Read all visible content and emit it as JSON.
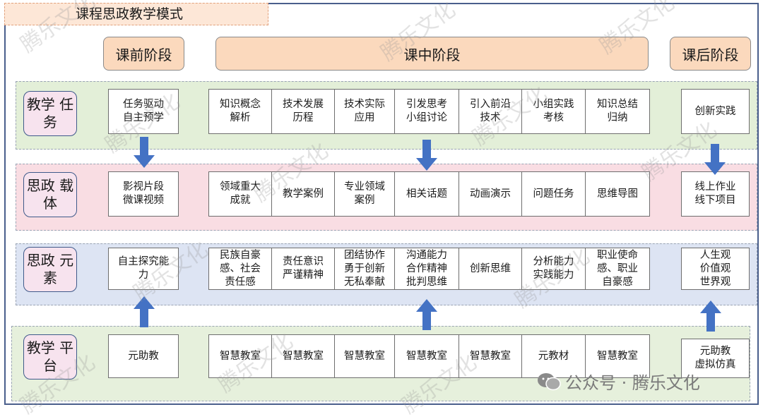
{
  "title": "课程思政教学模式",
  "phases": [
    "课前阶段",
    "课中阶段",
    "课后阶段"
  ],
  "rows": [
    {
      "label": "教学\n任务",
      "pre": "任务驱动\n自主预学",
      "mid": [
        "知识概念\n解析",
        "技术发展\n历程",
        "技术实际\n应用",
        "引发思考\n小组讨论",
        "引入前沿\n技术",
        "小组实践\n考核",
        "知识总结\n归纳"
      ],
      "post": "创新实践"
    },
    {
      "label": "思政\n载体",
      "pre": "影视片段\n微课视频",
      "mid": [
        "领域重大\n成就",
        "教学案例",
        "专业领域\n案例",
        "相关话题",
        "动画演示",
        "问题任务",
        "思维导图"
      ],
      "post": "线上作业\n线下项目"
    },
    {
      "label": "思政\n元素",
      "pre": "自主探究能\n力",
      "mid": [
        "民族自豪\n感、社会\n责任感",
        "责任意识\n严谨精神",
        "团结协作\n勇于创新\n无私奉献",
        "沟通能力\n合作精神\n批判思维",
        "创新思维",
        "分析能力\n实践能力",
        "职业使命\n感、职业\n自豪感"
      ],
      "post": "人生观\n价值观\n世界观"
    },
    {
      "label": "教学\n平台",
      "pre": "元助教",
      "mid": [
        "智慧教室",
        "智慧教室",
        "智慧教室",
        "智慧教室",
        "智慧教室",
        "元教材",
        "智慧教室"
      ],
      "post": "元助教\n虚拟仿真"
    }
  ],
  "watermark": "腾乐文化",
  "footer": "公众号 · 腾乐文化",
  "colors": {
    "arrow": "#4472c4",
    "frame": "#4a5f8c"
  }
}
